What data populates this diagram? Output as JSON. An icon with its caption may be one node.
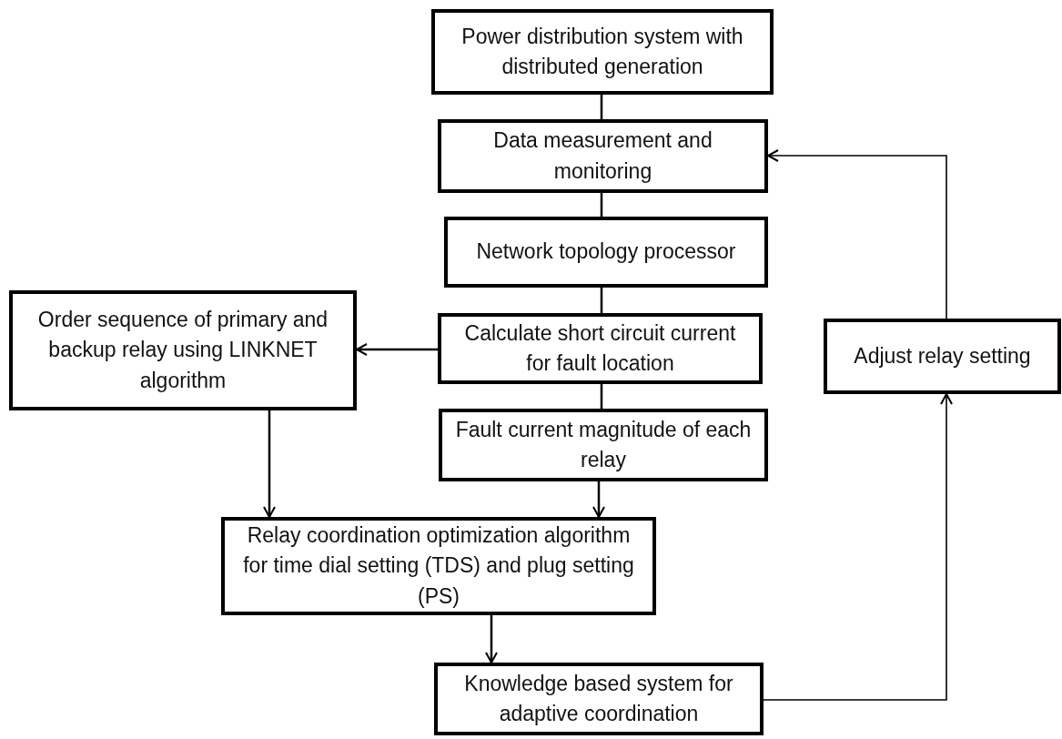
{
  "diagram": {
    "nodes": [
      {
        "text": [
          "Power distribution system with distributed generation"
        ]
      },
      {
        "text": [
          "Data measurement and monitoring"
        ]
      },
      {
        "text": [
          "Network topology processor"
        ]
      },
      {
        "text": [
          "Calculate short circuit current for fault location"
        ]
      },
      {
        "text": [
          "Fault current magnitude of each relay"
        ]
      },
      {
        "text": [
          "Order sequence of primary and backup relay using LINKNET algorithm"
        ]
      },
      {
        "text": [
          "Relay coordination optimization algorithm for time dial setting (TDS) and plug setting (PS)"
        ]
      },
      {
        "text": [
          "Knowledge based system for adaptive coordination"
        ]
      },
      {
        "text": [
          "Adjust relay setting"
        ]
      }
    ],
    "edges": [
      {
        "from": 0,
        "to": 1,
        "arrow": "none"
      },
      {
        "from": 1,
        "to": 2,
        "arrow": "none"
      },
      {
        "from": 2,
        "to": 3,
        "arrow": "none"
      },
      {
        "from": 3,
        "to": 4,
        "arrow": "none"
      },
      {
        "from": 3,
        "to": 5,
        "arrow": "to"
      },
      {
        "from": 5,
        "to": 6,
        "arrow": "to"
      },
      {
        "from": 4,
        "to": 6,
        "arrow": "to"
      },
      {
        "from": 6,
        "to": 7,
        "arrow": "to"
      },
      {
        "from": 7,
        "to": 8,
        "arrow": "to"
      },
      {
        "from": 8,
        "to": 1,
        "arrow": "to"
      }
    ]
  }
}
